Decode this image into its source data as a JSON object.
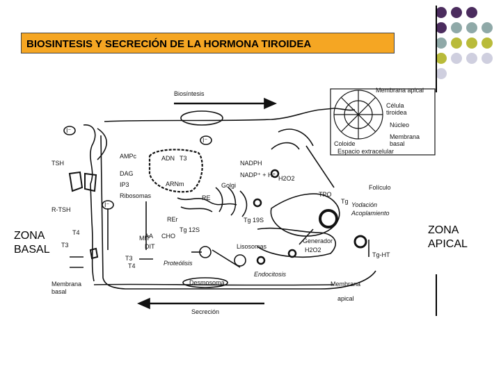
{
  "title": "BIOSINTESIS Y SECRECIÓN DE LA HORMONA TIROIDEA",
  "zones": {
    "basal": [
      "ZONA",
      "BASAL"
    ],
    "apical": [
      "ZONA",
      "APICAL"
    ]
  },
  "colors": {
    "title_bg": "#f5a623",
    "dot_purple": "#4b2c5e",
    "dot_teal": "#8fa9a8",
    "dot_olive": "#b9bb3a",
    "dot_lavender": "#cfcfdf"
  },
  "diagram": {
    "top_arrow": "Biosíntesis",
    "bottom_arrow": "Secreción",
    "labels": {
      "tsh": "TSH",
      "rtsh": "R-TSH",
      "ampc": "AMPc",
      "dag": "DAG",
      "ip3": "IP3",
      "ribosomas": "Ribosomas",
      "adn": "ADN",
      "t3": "T3",
      "arnm": "ARNm",
      "re": "RE",
      "rer": "REr",
      "golgi": "Golgi",
      "nadph": "NADPH",
      "nadp": "NADP⁺ + H⁺",
      "h2o2_top": "H2O2",
      "tpo": "TPO",
      "tg12s": "Tg 12S",
      "tg19s": "Tg 19S",
      "mit": "MIT",
      "dit": "DIT",
      "aa": "AA",
      "cho": "CHO",
      "t4_left": "T4",
      "t3_left": "T3",
      "t3_bottom": "T3",
      "t4_bottom": "T4",
      "lisosomas": "Lisosomas",
      "proteolisis": "Proteólisis",
      "endocitosis": "Endocitosis",
      "generador": "Generador",
      "h2o2_gen": "H2O2",
      "folículo": "Folículo",
      "tg": "Tg",
      "yodacion": "Yodación",
      "acoplamiento": "Acoplamiento",
      "tg_ht": "Tg-HT",
      "desmosoma": "Desmosoma",
      "membrana_basal": [
        "Membrana",
        "basal"
      ],
      "membrana": "Membrana",
      "apical": "apical",
      "iodide": "I⁻"
    },
    "inset": {
      "membrana_apical": "Membrana apical",
      "celula": [
        "Célula",
        "tiroidea"
      ],
      "nucleo": "Núcleo",
      "membrana_basal": [
        "Membrana",
        "basal"
      ],
      "coloide": "Coloide",
      "espacio": "Espacio extracelular"
    }
  }
}
